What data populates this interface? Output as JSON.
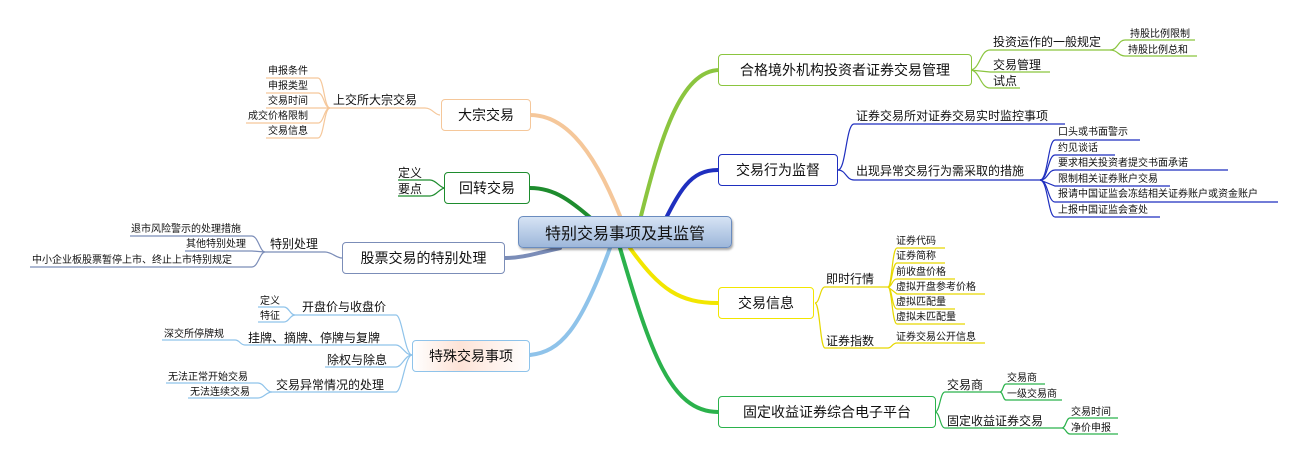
{
  "center": "特别交易事项及其监管",
  "branches": {
    "qfii": {
      "title": "合格境外机构投资者证券交易管理",
      "color": "#8bc53f",
      "general_rules": "投资运作的一般规定",
      "general_items": [
        "持股比例限制",
        "持股比例总和"
      ],
      "trading_mgmt": "交易管理",
      "pilot": "试点"
    },
    "supervision": {
      "title": "交易行为监督",
      "color": "#1f2fbf",
      "realtime": "证券交易所对证券交易实时监控事项",
      "abnormal": "出现异常交易行为需采取的措施",
      "measures": [
        "口头或书面警示",
        "约见谈话",
        "要求相关投资者提交书面承诺",
        "限制相关证券账户交易",
        "报请中国证监会冻结相关证券账户或资金账户",
        "上报中国证监会查处"
      ]
    },
    "info": {
      "title": "交易信息",
      "color": "#f2e600",
      "realtime_quotes": "即时行情",
      "quote_items": [
        "证券代码",
        "证券简称",
        "前收盘价格",
        "虚拟开盘参考价格",
        "虚拟匹配量",
        "虚拟未匹配量"
      ],
      "index": "证券指数",
      "index_items": [
        "证券交易公开信息"
      ]
    },
    "fixed_income": {
      "title": "固定收益证券综合电子平台",
      "color": "#2bb24c",
      "dealer": "交易商",
      "dealer_items": [
        "交易商",
        "一级交易商"
      ],
      "fi_trading": "固定收益证券交易",
      "fi_items": [
        "交易时间",
        "净价申报"
      ]
    },
    "block": {
      "title": "大宗交易",
      "color": "#f5c79a",
      "sse": "上交所大宗交易",
      "items": [
        "申报条件",
        "申报类型",
        "交易时间",
        "成交价格限制",
        "交易信息"
      ]
    },
    "roundtrip": {
      "title": "回转交易",
      "color": "#1e8c2e",
      "items": [
        "定义",
        "要点"
      ]
    },
    "special_treatment": {
      "title": "股票交易的特别处理",
      "color": "#7b8db8",
      "label": "特别处理",
      "items": [
        "退市风险警示的处理措施",
        "其他特别处理",
        "中小企业板股票暂停上市、终止上市特别规定"
      ]
    },
    "special_matters": {
      "title": "特殊交易事项",
      "color": "#8fc3ea",
      "open_close": "开盘价与收盘价",
      "open_close_items": [
        "定义",
        "特征"
      ],
      "listing": "挂牌、摘牌、停牌与复牌",
      "listing_items": [
        "深交所停牌规"
      ],
      "ex_rights": "除权与除息",
      "abnormal": "交易异常情况的处理",
      "abnormal_items": [
        "无法正常开始交易",
        "无法连续交易"
      ]
    }
  }
}
